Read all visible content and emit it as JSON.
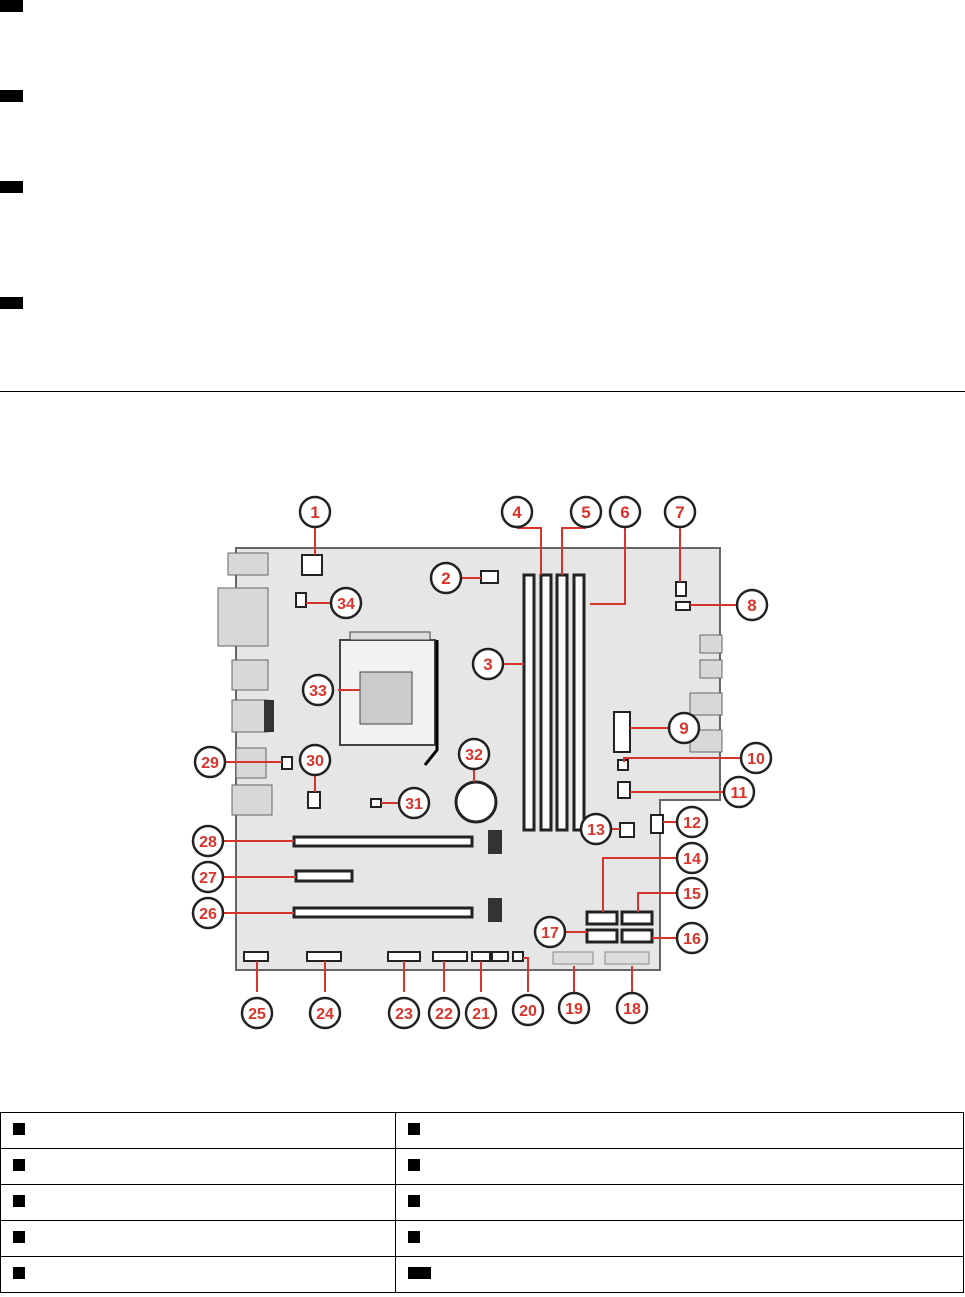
{
  "top_keys": [
    {
      "marker": "square"
    },
    {
      "marker": "square"
    },
    {
      "marker": "square"
    },
    {
      "marker": "square"
    }
  ],
  "figure": {
    "callouts": [
      "1",
      "2",
      "3",
      "4",
      "5",
      "6",
      "7",
      "8",
      "9",
      "10",
      "11",
      "12",
      "13",
      "14",
      "15",
      "16",
      "17",
      "18",
      "19",
      "20",
      "21",
      "22",
      "23",
      "24",
      "25",
      "26",
      "27",
      "28",
      "29",
      "30",
      "31",
      "32",
      "33",
      "34"
    ],
    "callout_color": "#d9342b",
    "board_color": "#e6e6e6",
    "line_color": "#000000"
  },
  "legend_table": {
    "rows": 5,
    "columns": 2
  }
}
